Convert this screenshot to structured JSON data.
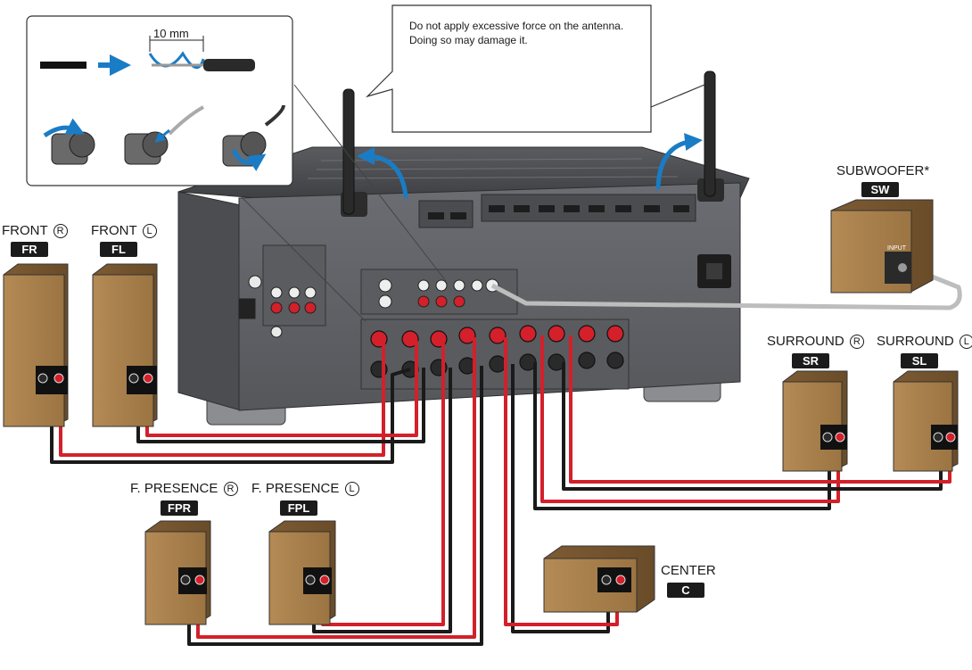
{
  "callout": {
    "line1": "Do not apply excessive force on the antenna.",
    "line2": "Doing so may damage it."
  },
  "inset": {
    "dimension": "10 mm"
  },
  "speakers": {
    "front_r": {
      "label": "FRONT",
      "side": "R",
      "badge": "FR"
    },
    "front_l": {
      "label": "FRONT",
      "side": "L",
      "badge": "FL"
    },
    "subwoofer": {
      "label": "SUBWOOFER*",
      "badge": "SW",
      "input": "INPUT"
    },
    "surround_r": {
      "label": "SURROUND",
      "side": "R",
      "badge": "SR"
    },
    "surround_l": {
      "label": "SURROUND",
      "side": "L",
      "badge": "SL"
    },
    "fpres_r": {
      "label": "F. PRESENCE",
      "side": "R",
      "badge": "FPR"
    },
    "fpres_l": {
      "label": "F. PRESENCE",
      "side": "L",
      "badge": "FPL"
    },
    "center": {
      "label": "CENTER",
      "badge": "C"
    }
  },
  "colors": {
    "cabinet": "#a07a4a",
    "cabinet_dark": "#7a5a32",
    "wire_red": "#d3202a",
    "wire_black": "#1a1a1a",
    "receiver": "#5e6064",
    "arrow_blue": "#1a7cc4"
  }
}
